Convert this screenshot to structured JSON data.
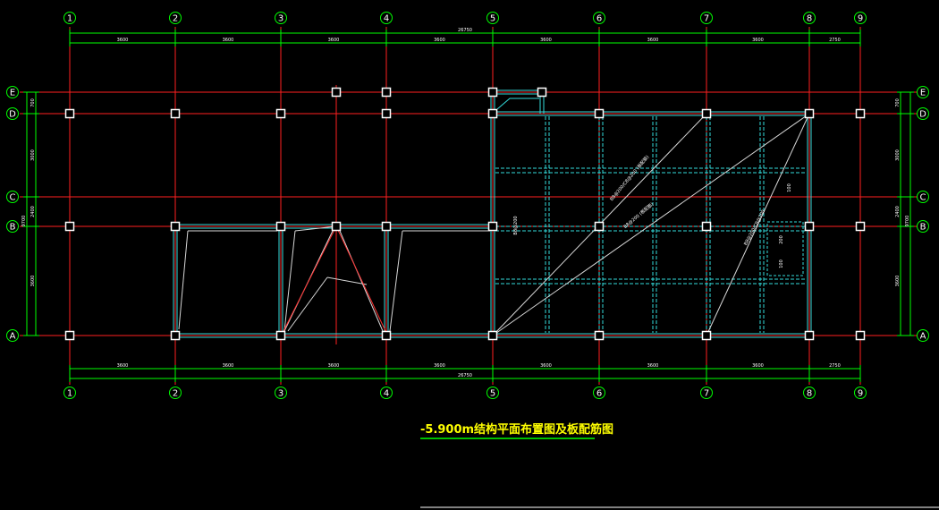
{
  "drawing": {
    "title": "-5.900m结构平面布置图及板配筋图",
    "colors": {
      "background": "#000000",
      "axis_line": "#ff2020",
      "axis_bubble": "#00ff00",
      "dimension": "#00ff00",
      "beam": "#33dddd",
      "rebar": "#d8d8d8",
      "column": "#ffffff",
      "title": "#ffff00"
    },
    "axes_x": [
      "1",
      "2",
      "3",
      "4",
      "5",
      "6",
      "7",
      "8",
      "9"
    ],
    "axes_y": [
      "E",
      "D",
      "C",
      "B",
      "A"
    ],
    "dims_top": [
      "3600",
      "3600",
      "3600",
      "3600",
      "3600",
      "3600",
      "3600",
      "2750"
    ],
    "dims_bottom": [
      "3600",
      "3600",
      "3600",
      "3600",
      "3600",
      "3600",
      "3600",
      "2750"
    ],
    "overall_top": "26750",
    "overall_bottom": "26750",
    "dims_side_left": [
      "700",
      "3000",
      "2400",
      "3600"
    ],
    "dims_side_right": [
      "700",
      "3000",
      "2400",
      "3600"
    ],
    "overall_side": "9700",
    "rebar_notes": [
      "B8@200/C8@200 (板配筋)",
      "B8@200 (板配筋)",
      "B8@200/C8@200",
      "B8@200",
      "100",
      "200",
      "100"
    ]
  }
}
